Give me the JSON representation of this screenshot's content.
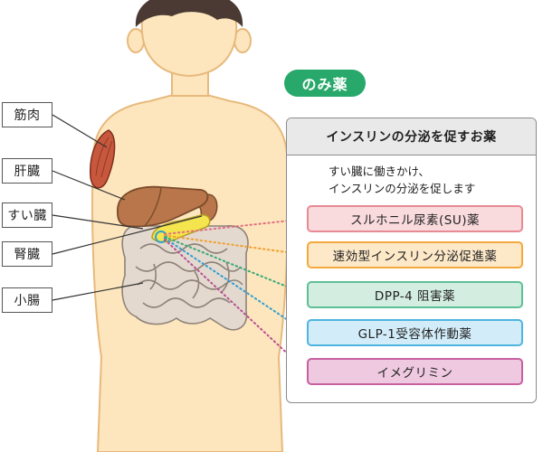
{
  "organs": [
    {
      "label": "筋肉"
    },
    {
      "label": "肝臓"
    },
    {
      "label": "すい臓"
    },
    {
      "label": "腎臓"
    },
    {
      "label": "小腸"
    }
  ],
  "tag": {
    "label": "のみ薬",
    "color": "#28a86a"
  },
  "panel": {
    "title": "インスリンの分泌を促すお薬",
    "description_line1": "すい臓に働きかけ、",
    "description_line2": "インスリンの分泌を促します"
  },
  "drugs": [
    {
      "label": "スルホニル尿素(SU)薬",
      "border": "#e88a94",
      "fill": "#f9dadd",
      "dot": "#e0707f"
    },
    {
      "label": "速効型インスリン分泌促進薬",
      "border": "#f3a93c",
      "fill": "#fde8c8",
      "dot": "#f0a030"
    },
    {
      "label": "DPP-4 阻害薬",
      "border": "#5fbf94",
      "fill": "#d3eee1",
      "dot": "#3aa878"
    },
    {
      "label": "GLP-1受容体作動薬",
      "border": "#4fb4e0",
      "fill": "#d2edf9",
      "dot": "#2e9ed3"
    },
    {
      "label": "イメグリミン",
      "border": "#c860a0",
      "fill": "#eec9e0",
      "dot": "#b84f93"
    }
  ],
  "colors": {
    "skin": "#fde6bd",
    "skin_outline": "#e7b97c",
    "hair": "#4a3a33",
    "muscle": "#c8583d",
    "liver": "#b8764a",
    "pancreas": "#f4e44e",
    "intestine": "#e3d9cf"
  }
}
